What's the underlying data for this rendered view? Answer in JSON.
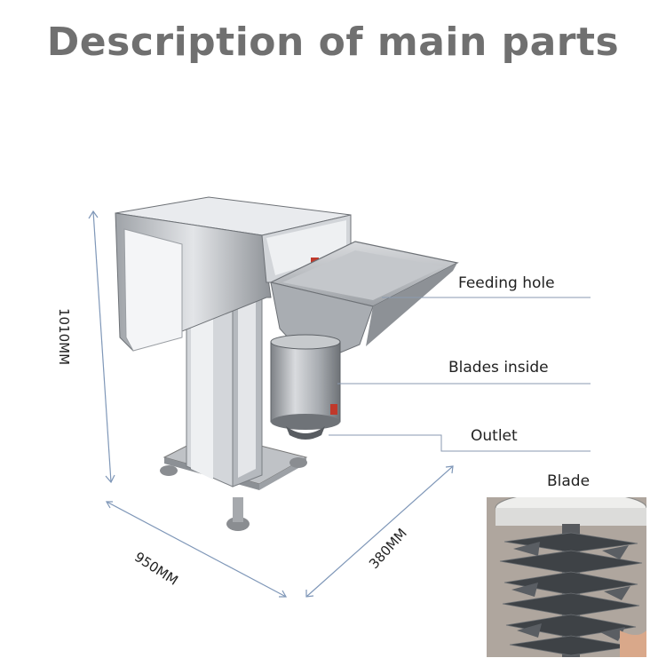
{
  "title": "Description of main parts",
  "labels": {
    "feeding_hole": "Feeding hole",
    "blades_inside": "Blades inside",
    "outlet": "Outlet",
    "blade": "Blade"
  },
  "dimensions": {
    "height": "1010MM",
    "width": "950MM",
    "depth": "380MM"
  },
  "colors": {
    "title": "#707070",
    "steel": "#c8cbd0",
    "dim_line": "#7f97b8",
    "leader_line": "#8a9ab0"
  }
}
